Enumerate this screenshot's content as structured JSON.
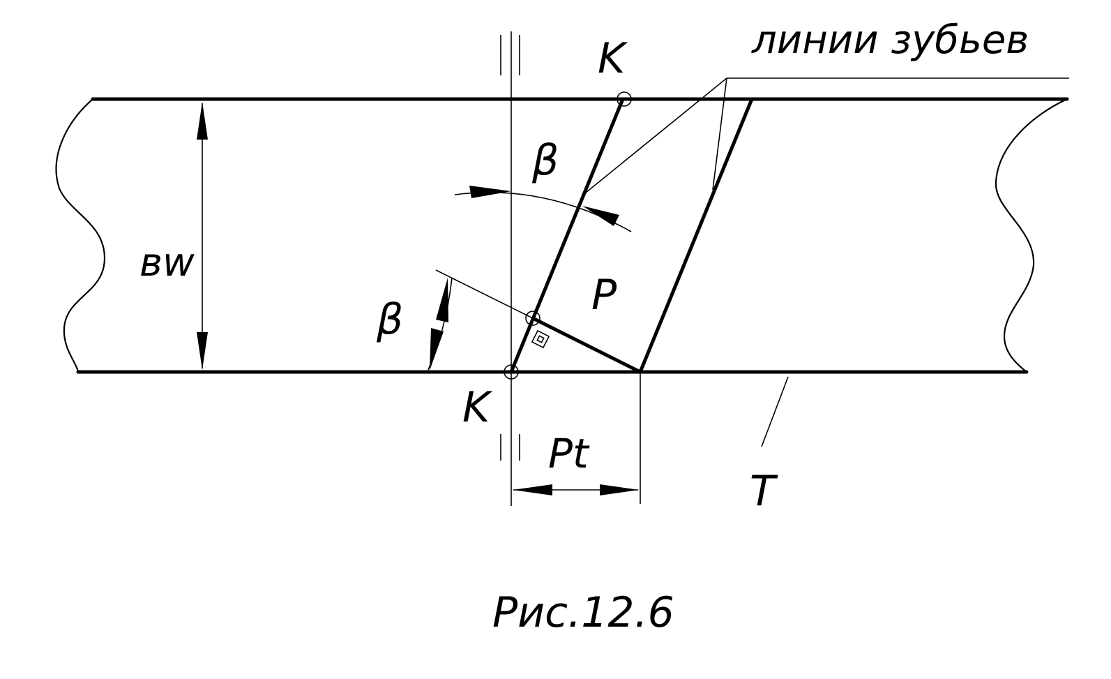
{
  "labels": {
    "tooth_lines": "линии зубьев",
    "k_top": "K",
    "k_bottom": "K",
    "beta_top": "β",
    "beta_left": "β",
    "bw": "вw",
    "p": "P",
    "pt": "Pt",
    "t": "T"
  },
  "caption": "Рис.12.6"
}
